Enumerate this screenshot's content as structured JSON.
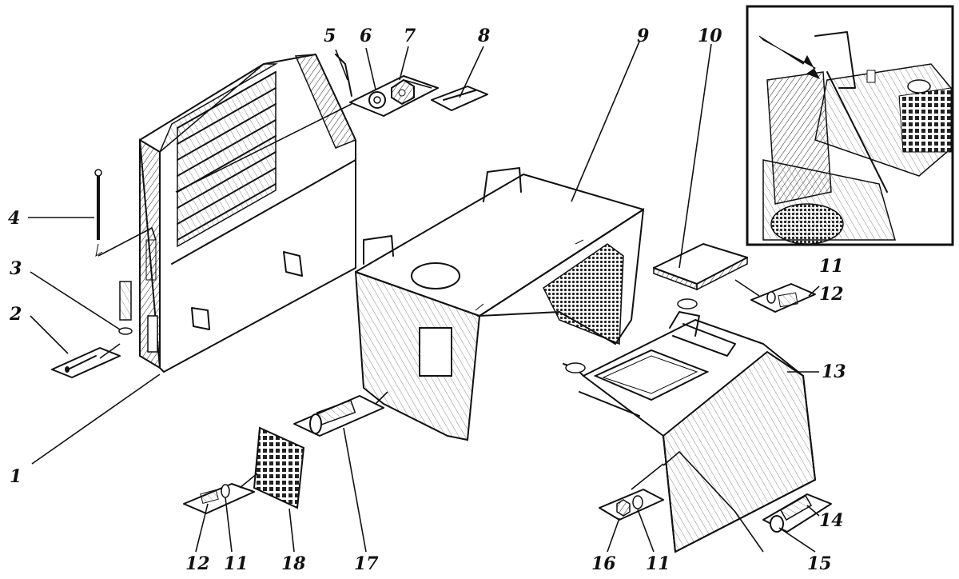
{
  "figure": {
    "callouts": [
      {
        "key": "n1",
        "text": "1"
      },
      {
        "key": "n2",
        "text": "2"
      },
      {
        "key": "n3",
        "text": "3"
      },
      {
        "key": "n4",
        "text": "4"
      },
      {
        "key": "n5",
        "text": "5"
      },
      {
        "key": "n6",
        "text": "6"
      },
      {
        "key": "n7",
        "text": "7"
      },
      {
        "key": "n8",
        "text": "8"
      },
      {
        "key": "n9",
        "text": "9"
      },
      {
        "key": "n10",
        "text": "10"
      },
      {
        "key": "n11a",
        "text": "11"
      },
      {
        "key": "n12a",
        "text": "12"
      },
      {
        "key": "n13",
        "text": "13"
      },
      {
        "key": "n14",
        "text": "14"
      },
      {
        "key": "n15",
        "text": "15"
      },
      {
        "key": "n11b",
        "text": "11"
      },
      {
        "key": "n16",
        "text": "16"
      },
      {
        "key": "n17",
        "text": "17"
      },
      {
        "key": "n18",
        "text": "18"
      },
      {
        "key": "n11c",
        "text": "11"
      },
      {
        "key": "n12b",
        "text": "12"
      }
    ]
  },
  "colors": {
    "ink": "#111111",
    "paper": "#ffffff",
    "shade": "#9a9a9a"
  }
}
